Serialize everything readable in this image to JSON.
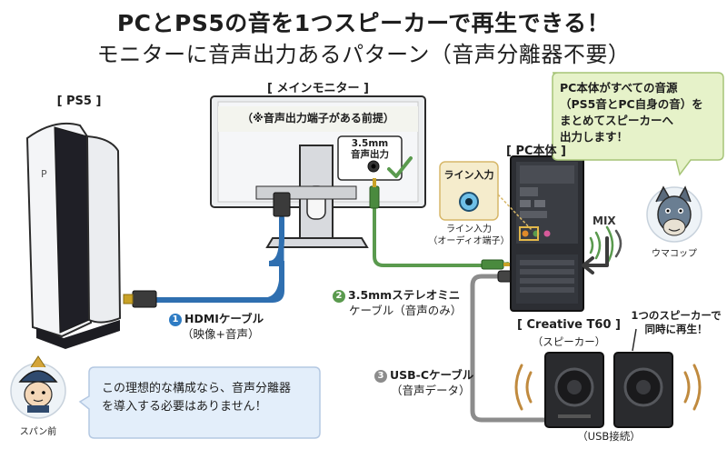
{
  "title": {
    "line1": "PCとPS5の音を1つスピーカーで再生できる！",
    "line2": "モニターに音声出力あるパターン（音声分離器不要）"
  },
  "ps5": {
    "label": "[ PS5 ]"
  },
  "monitor": {
    "label": "[ メインモニター ]",
    "premise": "（※音声出力端子がある前提）",
    "port_label_1": "3.5mm",
    "port_label_2": "音声出力"
  },
  "pc": {
    "label": "[ PC本体 ]",
    "line_in_label": "ライン入力",
    "line_in_desc_1": "ライン入力",
    "line_in_desc_2": "（オーディオ端子）",
    "mix_label": "MIX"
  },
  "cables": {
    "hdmi": {
      "num": "1",
      "line1": "HDMIケーブル",
      "line2": "（映像+音声）"
    },
    "stereo": {
      "num": "2",
      "line1": "3.5mmステレオミニ",
      "line2": "ケーブル（音声のみ）"
    },
    "usb": {
      "num": "3",
      "line1": "USB-Cケーブル",
      "line2": "（音声データ）"
    }
  },
  "speaker": {
    "label": "[ Creative T60 ]",
    "sublabel": "（スピーカー）",
    "connection": "（USB接続）",
    "note_1": "1つのスピーカーで",
    "note_2": "同時に再生！"
  },
  "umakopu": {
    "name": "ウマコップ",
    "speech_1": "PC本体がすべての音源",
    "speech_2": "（PS5音とPC自身の音）を",
    "speech_3": "まとめてスピーカーへ",
    "speech_4": "出力します！"
  },
  "supanmae": {
    "name": "スパン前",
    "speech_1": "この理想的な構成なら、音声分離器",
    "speech_2": "を導入する必要はありません！"
  },
  "colors": {
    "hdmi": "#2f6fb0",
    "stereo": "#5a9a4e",
    "usb": "#8c8c8c",
    "bubble_green": "#e6f2c9",
    "bubble_blue": "#e3eefa",
    "accent_blue": "#2e7cc4"
  }
}
